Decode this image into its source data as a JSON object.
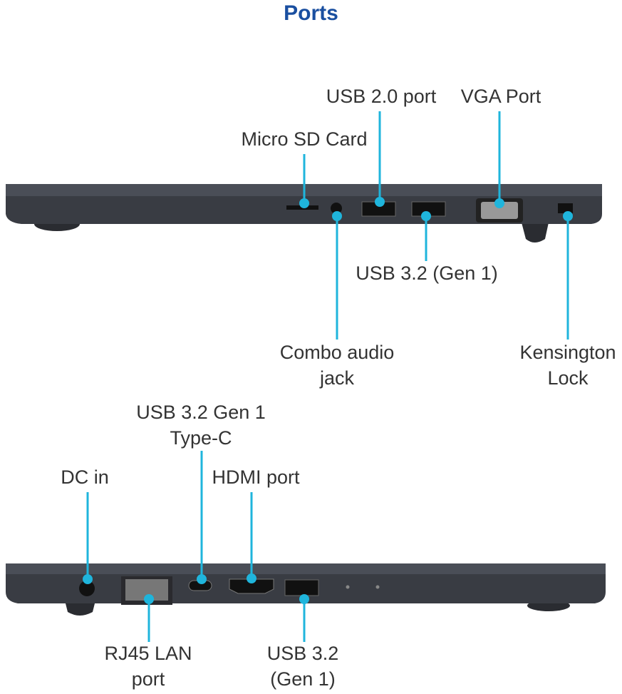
{
  "title": "Ports",
  "colors": {
    "title": "#1a4fa0",
    "callout": "#1fb5dc",
    "laptop": "#3a3d44",
    "text": "#333333"
  },
  "side_one": {
    "labels": {
      "micro_sd": "Micro SD Card",
      "usb20": "USB 2.0 port",
      "vga": "VGA Port",
      "usb32": "USB 3.2 (Gen 1)",
      "audio_line1": "Combo audio",
      "audio_line2": "jack",
      "kensington_line1": "Kensington",
      "kensington_line2": "Lock"
    }
  },
  "side_two": {
    "labels": {
      "typec_line1": "USB 3.2 Gen 1",
      "typec_line2": "Type-C",
      "dc_in": "DC in",
      "hdmi": "HDMI port",
      "rj45_line1": "RJ45 LAN",
      "rj45_line2": "port",
      "usb32_line1": "USB 3.2",
      "usb32_line2": "(Gen 1)"
    }
  }
}
